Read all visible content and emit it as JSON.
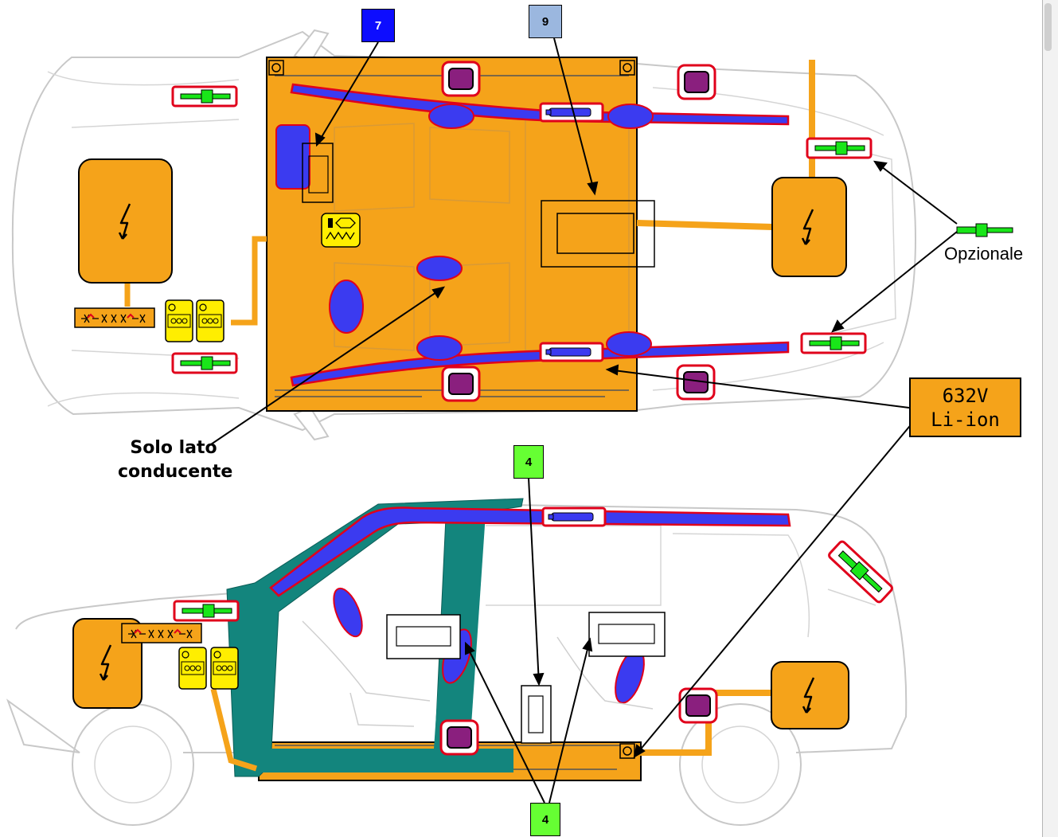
{
  "callouts": {
    "tag_seven": "7",
    "tag_nine": "9",
    "tag_four_top": "4",
    "tag_four_bottom": "4"
  },
  "labels": {
    "battery_voltage": "632V",
    "battery_type": "Li-ion",
    "optional": "Opzionale",
    "driver_side_line1": "Solo lato",
    "driver_side_line2": "conducente"
  },
  "colors": {
    "high_voltage_orange": "#f5a31a",
    "airbag_blue": "#3b3bf0",
    "airbag_outline_red": "#e0001b",
    "gas_strut_green": "#19e619",
    "pretensioner_purple": "#8a1f7e",
    "reinforcement_teal": "#13857d",
    "low_voltage_yellow": "#ffee00",
    "tag_blue": "#0d0dff",
    "tag_light_blue": "#9bb7df",
    "tag_green": "#66ff33"
  },
  "icons": {
    "high_voltage": "lightning-bolt-icon",
    "inflator": "inflator-icon",
    "gas_strut": "gas-strut-icon",
    "pretensioner": "seatbelt-pretensioner-icon",
    "control_unit": "airbag-control-unit-icon",
    "battery_fuse": "fuse-icon"
  }
}
